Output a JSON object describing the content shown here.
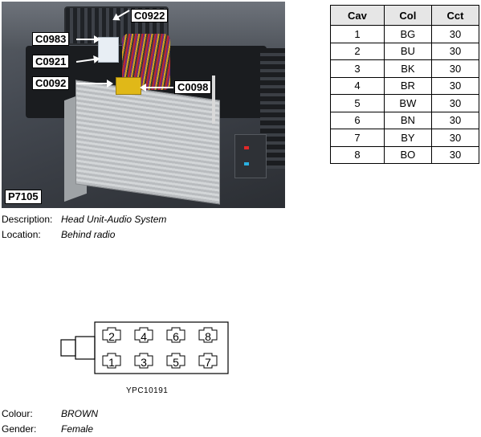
{
  "photo": {
    "id": "P7105",
    "callouts": [
      "C0922",
      "C0983",
      "C0921",
      "C0092",
      "C0098"
    ]
  },
  "description": {
    "label": "Description:",
    "value": "Head Unit-Audio System"
  },
  "location": {
    "label": "Location:",
    "value": "Behind radio"
  },
  "table": {
    "headers": [
      "Cav",
      "Col",
      "Cct"
    ],
    "rows": [
      [
        "1",
        "BG",
        "30"
      ],
      [
        "2",
        "BU",
        "30"
      ],
      [
        "3",
        "BK",
        "30"
      ],
      [
        "4",
        "BR",
        "30"
      ],
      [
        "5",
        "BW",
        "30"
      ],
      [
        "6",
        "BN",
        "30"
      ],
      [
        "7",
        "BY",
        "30"
      ],
      [
        "8",
        "BO",
        "30"
      ]
    ]
  },
  "connector": {
    "code": "YPC10191",
    "top_pins": [
      "2",
      "4",
      "6",
      "8"
    ],
    "bottom_pins": [
      "1",
      "3",
      "5",
      "7"
    ]
  },
  "colour": {
    "label": "Colour:",
    "value": "BROWN"
  },
  "gender": {
    "label": "Gender:",
    "value": "Female"
  }
}
